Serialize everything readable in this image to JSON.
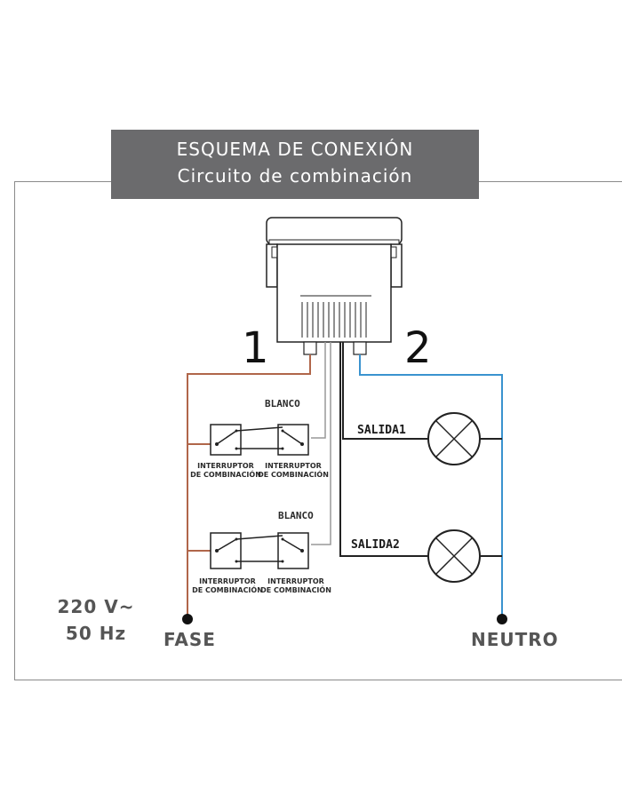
{
  "title": {
    "line1": "ESQUEMA DE CONEXIÓN",
    "line2": "Circuito de combinación"
  },
  "terminals": {
    "one": "1",
    "two": "2",
    "fase": "FASE",
    "neutro": "NEUTRO"
  },
  "wire_labels": {
    "blanco_1": "BLANCO",
    "blanco_2": "BLANCO"
  },
  "outputs": {
    "salida1": "SALIDA1",
    "salida2": "SALIDA2"
  },
  "switch_label": {
    "line1": "INTERRUPTOR",
    "line2": "DE COMBINACIÓN"
  },
  "supply": {
    "voltage": "220 V~",
    "frequency": "50 Hz"
  },
  "colors": {
    "fase_wire": "#b0664a",
    "neutro_wire": "#3a93cf",
    "signal_wire": "#999999",
    "output_wire": "#222222",
    "title_bg": "#6b6b6d"
  }
}
